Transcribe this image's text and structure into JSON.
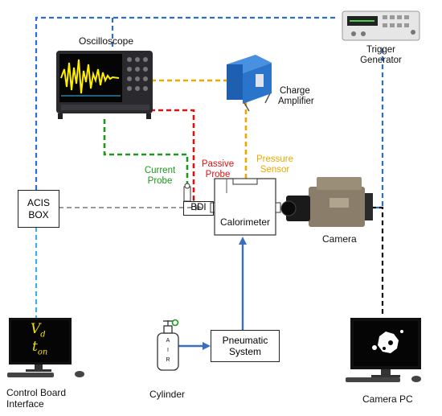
{
  "labels": {
    "oscilloscope": "Oscilloscope",
    "charge_amplifier_1": "Charge",
    "charge_amplifier_2": "Amplifier",
    "trigger_generator_1": "Trigger",
    "trigger_generator_2": "Generator",
    "current_probe_1": "Current",
    "current_probe_2": "Probe",
    "passive_probe_1": "Passive",
    "passive_probe_2": "Probe",
    "pressure_sensor_1": "Pressure",
    "pressure_sensor_2": "Sensor",
    "acis_box_1": "ACIS",
    "acis_box_2": "BOX",
    "bdi": "BDI",
    "calorimeter": "Calorimeter",
    "camera": "Camera",
    "pneumatic_system_1": "Pneumatic",
    "pneumatic_system_2": "System",
    "cylinder": "Cylinder",
    "cylinder_letters": [
      "A",
      "I",
      "R"
    ],
    "control_board_1": "Control Board",
    "control_board_2": "Interface",
    "camera_pc": "Camera PC",
    "screen_vd": "V",
    "screen_vd_sub": "d",
    "screen_ton": "t",
    "screen_ton_sub": "on"
  },
  "colors": {
    "trigger_line": "#2a6fd0",
    "acis_line": "#3ab0e8",
    "current_probe_line": "#1a9a1a",
    "passive_probe_line": "#e01010",
    "pressure_line": "#f0a800",
    "bdi_line": "#9a9a9a",
    "camera_pc_line": "#111111",
    "pneumatic_arrow": "#3a6fc0",
    "screen_text": "#f0e000"
  }
}
